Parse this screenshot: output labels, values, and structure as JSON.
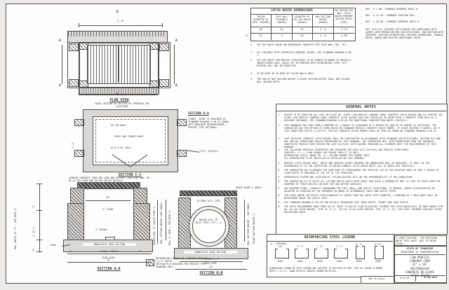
{
  "table": {
    "title": "CATCH BASIN DIMENSIONS",
    "col1": "INSIDE DIAMETER OF PIPE (INCHES)",
    "col2": "PIPE WALL THICKNESS (INCHES)",
    "col3": "DIAMETER OF CUT-OUT HOLES (INCHES)",
    "col4": "MAX SECTION HEIGHT (INCHES)",
    "col5": "THE DESIGN USE ONLY CATCH BASIN MINIMUM DESIGN DEPTH (FEET)",
    "rows": [
      {
        "marker": "",
        "c1": "18",
        "c2": "2¼",
        "c3": "25",
        "c4": "4'-0",
        "c5": "3.79"
      },
      {
        "marker": "④",
        "c1": "24",
        "c2": "3",
        "c3": "30",
        "c4": "4'-6",
        "c5": "4.88"
      }
    ]
  },
  "table_notes": [
    {
      "n": "①",
      "text": "CUT-OUT HOLES BASED ON REINFORCED CONCRETE PIPE WITH WALL THK. \"B\"."
    },
    {
      "n": "②",
      "text": "ALL FLEXIBLE PIPE INTERFACES REQUIRE GASKET.  SEE STANDARD DRAWING D-PB-2."
    },
    {
      "n": "③",
      "text": "CUT-OUT HOLES FOR PRECAST STRUCTURES TO BE FORMED IN ORDER TO OBTAIN A SMOOTH EDGED HOLE.  HOLES CUT OR PUNCHED WITH REINFORCING STEEL LEFT EXPOSED WILL NOT BE PERMITTED."
    },
    {
      "n": "④",
      "text": "TO BE USED IN 30 INCH OR TALLER WALLS ONLY."
    },
    {
      "n": "⑤",
      "text": "THE SUM OF ANY SECTION HEIGHT & RISER SECTION HEIGHT SHALL NOT EXCEED MAX. DESIGN DEPTH."
    }
  ],
  "revisions": {
    "items": [
      {
        "m": "▵",
        "text": "REV. 9-1-06:  CHANGED GENERAL NOTE ⑨"
      },
      {
        "m": "▵",
        "text": "REV. 4-13-05: CHANGED SPACING MAX."
      },
      {
        "m": "▵",
        "text": "REV. 1-28-04: CHANGED GENERAL NOTE ⑩"
      }
    ],
    "paragraph": "REV. 8-01-01: REVISED CATCH BASIN FOR COMPLIANCE WITH AASHTO LRFD BRIDGE DESIGN SPECIFICATIONS, 2ND EDITION WITH INTERIMS.  REVISED REINFORCING, REVISED DIMENSIONS, GENERAL NOTES, ADDED AND DELETED ADDITIONAL NOTES."
  },
  "general_notes": {
    "title": "GENERAL NOTES",
    "items": [
      {
        "n": "①",
        "text": "GRATES TO BE USED FOR ALL CAST-IN-PLACE NO. SLOPE (LOW PROFILE LOWERED CURB) CONCRETE CATCH BASINS AND ALL PRECAST NO. SLOPE (LOW PROFILE LOWERED CURB) CONCRETE CATCH BASINS THAT ARE INSTALLED IN AREAS WITH A CONCRETE CURB SUCH AS A DRIVEWAY ENTRANCE.  SEE STANDARD DRAWING D-CB-66 FOR ADDITIONAL CONSTRUCTION NOTES & DETAILS."
      },
      {
        "n": "②",
        "text": "THIS BOUNDARY MAY VARY FROM A MINIMUM OF 2 INCHES TO A MAXIMUM OF 8 INCHES AS LONG AS 26 INCHES IS SATISFIED.  THE CONTRACTOR HAS THE OPTION OF USING BRICK OR STANDARD PRECAST CONCRETE RISER FRAMES.  IF RISER EXCEEDS 8 INCHES, OR IF THIS CONDITION EXISTS A LATTICE, PRECAST CONCRETE RISER FRAMES SHALL BE USED AS SHOWN ON STANDARD DRAWING D-CB-12."
      },
      {
        "n": "③",
        "text": "CAST-IN-PLACE CONCRETE CATCH BASINS SHALL BE CONSTRUCTED IN ACCORDANCE WITH STANDARD SPECIFICATIONS, SECTION 611 AND ANY SPECIAL PROVISIONS UNLESS SUPERSEDED BY THIS DRAWING.  THE CONTRACTOR MAY, WITH PERMISSION FROM THE ENGINEER, SUBSTITUTE PRECAST OVER DESIGN FOR CAST-IN-PLACE CATCH BASINS PROVIDED ALL ELEMENTS MEET THE REQUIREMENTS OF THIS DRAWING."
      },
      {
        "n": "④",
        "text": "THE FOLLOWING MATERIAL PROPERTIES ARE REQUIRED FOR BOTH CAST-IN-PLACE AND PRECAST STRUCTURES:\nCONCRETE:  f'c = 3,000 POUNDS PER SQUARE INCH AT 28 DAYS.\nREINFORCING STEEL:  GRADE 60, fy = 60,000 POUNDS PER SQUARE INCH.\nALL REINFORCING TO BE INSTALLED AS DETAILED ON THIS DRAWING."
      },
      {
        "n": "⑤",
        "text": "PRECAST CATCH BASINS ONLY: BRICK AND GROUTED JOINTS BETWEEN THE UNDERSLUNG WALL AS REQUIRED.  IT SHALL BE THE RESPONSIBILITY OF THE CONTRACTOR TO OBTAIN CORRECT CATCH BASIN UNITS (ALL OF WHICH ARE IDENTICAL)."
      },
      {
        "n": "⑥",
        "text": "THE CONTRACTOR MAY ELIMINATE THE HOOK BARS BY LENGTHENING THE VERTICAL LEG OF THE ADJACENT BARS SO THAT 2 INCHES OF CLEAR DEPTH IS PROVIDED AT THE TOP OF THE STRUCTURE."
      },
      {
        "n": "⑦",
        "text": "APPROPRIATE SIZING AND LOCATION OF LIFTING DEVICES WILL BE THE RESPONSIBILITY OF THE FABRICATOR."
      },
      {
        "n": "⑧",
        "text": "THE CONTRACTOR IS TO PATCH ALL LIFTING DEVICE HOLES WITH GROUT AND PLACE A MINIMUM OF ONE (1) COAT OF PAINT OVER THE CHAMFERS OF THESE DEVICES ON BOTH TOP AND BOTTOM SURFACES."
      },
      {
        "n": "⑨",
        "text": "ANY MINIMUM PLANS / QUANTITY BREAKDOWN FOR PIPE (WALL) AND OUTLET ELEVATIONS, IF NEEDED, INVERT ELEVATION MAY BE ADJUSTED AS DIRECTED BY THE ENGINEER IN ORDER TO ACCOMMODATE INLET AND OUTLET PIPES."
      },
      {
        "n": "⑩",
        "text": "FOR CASES WHERE THE OUTLET PIPE DIAMETER IS LARGER THAN THE INLET PIPE DIAMETER, A MINIMUM OF 2 INCH DROP SHALL BE MAINTAINED ABOVE THE OUTLET PIPE."
      },
      {
        "n": "⑪",
        "text": "SEE STANDARD DRAWING D-CB-12A FOR DETAILS REGARDING CAST IRON GRATES, FRAMES AND CURB PLATES."
      },
      {
        "n": "⑫",
        "text": "THE DEPTH MEASUREMENT MADE FROM TOP OF GRATE TO OUTLET FLOW ELEVATION.  PAYMENT FOR CATCH BASIN WILL BE MADE UNDER ITEM NO. 611-09 CATCH BASINS, TYPE 10, 0'-4'; OR 611-12.04 CATCH BASINS, TYPE 12, 4'-10'; PER EACH.  PAYMENT INCLUDES RISER BOTTOM AND GRATE."
      }
    ]
  },
  "plan": {
    "label": "PLAN VIEW",
    "dim_top": "2'-8\"",
    "marker_a": "A",
    "marker_b": "B"
  },
  "sec_cc": {
    "label": "SECTION C-C",
    "ann_splice": "EQUAL SPACING OF SPLICES BY APPROVED LAP LOCATIONS",
    "ann_hoop": "#4 TOP HOOP",
    "ann_grout": "POINT AND CEMENT GROUT",
    "ann_wall": "#4 @ 9 EA. WALL",
    "dim_left": "2'-2\"",
    "note_heading": "SECTION A-A",
    "note_text": "(CONST. JOINT IS PROVIDED BY STANDARD DRAWING D-CB-12 SHOWN WITH REQUIRED REINFORCEMENT, PRECAST TYPE OPTIONAL)",
    "ann_typ": "(TYP.) DETAILS"
  },
  "curb_note": "LOWERED CONCRETE CURB FOR CURB AND GUTTER — SEE STD. DWG. RP-NC-10 FOR CURB AND GUTTER OUTLET DETAILS.",
  "sec_aa": {
    "label": "SECTION A-A",
    "rot_left": "MAX. DEPTH 12'-0\" — SEE NOTE ⑫",
    "dim_6": "6\"",
    "dim_28": "2'-8\" ✱",
    "dim_8": "8\"",
    "dim_36": "36\"",
    "clear": "2\" CLEAR",
    "keyway": "4\" KEYWAY",
    "base": "MONOLITHIC BASE SECTION",
    "bar_ref": "#405",
    "dim_7l": "7\"",
    "dim_eq": "4 EQUAL SPACES",
    "dim_7r": "7\"",
    "bars": "BARS #402",
    "dim_total": "42\""
  },
  "mid": {
    "rot1": "INSIDE DIA. OF OUTLET PIPE ⑤",
    "rot2": "MAX. SECTION HEIGHT (SEE TABLE)",
    "rot3": "MIN. 2\" DROP — SEE NOTE ⑩"
  },
  "sec_bb": {
    "label": "SECTION B-B",
    "grate": "GRATE FRAME & GRATE",
    "bars6": "#4 BARS @ 6\" CTRS.",
    "pipe": "INSIDE DIA. OF INLET PIPE (TYP.) ⑤",
    "base": "MONOLITHIC BASE SECTION",
    "dim_sp": "4 SPACES @ 7\"",
    "bars": "BARS #405",
    "dim_total": "42\"",
    "rot_r1": "MAX. SECTION HEIGHT — SEE TABLE",
    "rot_r2": "RISER SECTION HEIGHT ②"
  },
  "hatch_legend": "REINFORCING SHOWN FOR STANDARD PRECAST / C.I.P. UNITS.\nSECTION B-B REQUIRED FOR PRECAST TYPE DRAWINGS ONLY.",
  "legend": {
    "title": "REINFORCING STEEL LEGEND",
    "variable": "✱ — VARIABLE",
    "bars": [
      {
        "dim": "10\"",
        "label": "#401"
      },
      {
        "dim": "1'-2\"",
        "label": "#402"
      },
      {
        "dim": "1'-8\"",
        "label": "#403"
      },
      {
        "dim": "2'-2\"",
        "label": "#404"
      },
      {
        "dim": "3'-4\"",
        "label": "#405"
      },
      {
        "dim": "4'-0\"",
        "label": "#406"
      }
    ],
    "footnote": "DIMENSIONS SHOWN IN THIS LEGEND ARE OUTSIDE TO OUTSIDE OF BAR.  FOR ALL HOOKS & BENDS APPLY C.R.S.I. HOOK DETAILS UNLESS SHOWN ON DETAIL."
  },
  "title_block": {
    "rev_note": "③ SHEET REVISED — SEE REVISION NOTES THIS SHEET (NOT TO PRIOR ISSUE).",
    "agency1": "STATE OF TENNESSEE",
    "agency2": "DEPARTMENT OF TRANSPORTATION",
    "title": "LOW PROFILE\nLOWERED CURB\n32\" x 26\"\nRECTANGULAR\nCONCRETE NO-SLOPE\nCATCH BASIN",
    "date": "8-01-01",
    "dwg_no": "D-CB-10LP",
    "scale": "NOT TO SCALE"
  }
}
